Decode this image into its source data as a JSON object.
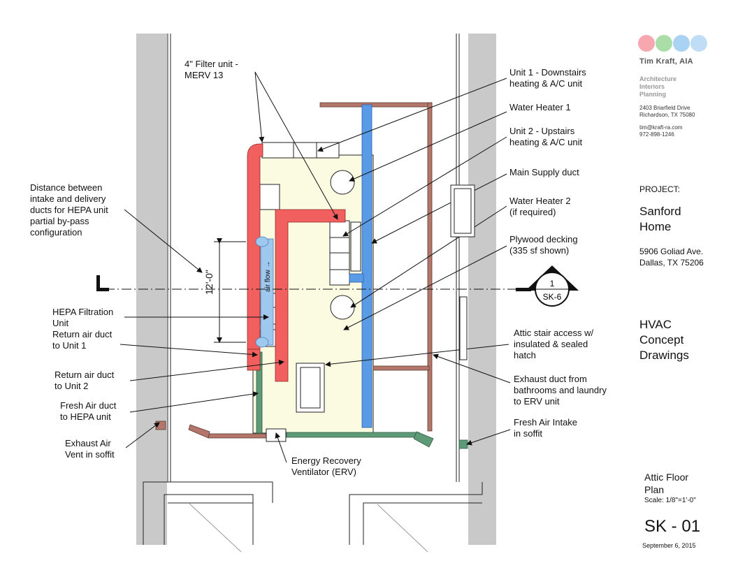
{
  "colors": {
    "supply_red": "#f25f5f",
    "main_supply_blue": "#5a9be8",
    "exhaust_brown": "#b4766b",
    "fresh_air_green": "#5f9a78",
    "decking_yellow": "#fbfbe2",
    "wall_gray": "#c9c9c9",
    "hepa_light_blue": "#9fc8ee"
  },
  "logo": {
    "circles": [
      "#f48b94",
      "#8fd18b",
      "#8dc3ee",
      "#a9d3f3"
    ]
  },
  "title_block": {
    "firm_name": "Tim Kraft, AIA",
    "firm_services": [
      "Architecture",
      "Interiors",
      "Planning"
    ],
    "firm_address": [
      "2403 Briarfield Drive",
      "Richardson, TX  75080"
    ],
    "firm_contact": [
      "tim@kraft-ra.com",
      "972-898-1246"
    ],
    "project_label": "PROJECT:",
    "project_name": [
      "Sanford",
      "Home"
    ],
    "project_address": [
      "5906 Goliad Ave.",
      "Dallas, TX 75206"
    ],
    "sheet_description": [
      "HVAC",
      "Concept",
      "Drawings"
    ],
    "plan_name": [
      "Attic Floor",
      "Plan"
    ],
    "scale": "Scale: 1/8\"=1'-0\"",
    "sheet_number": "SK - 01",
    "date": "September 6, 2015"
  },
  "annotations": {
    "filter_unit": [
      "4\" Filter unit -",
      "MERV 13"
    ],
    "unit1": [
      "Unit 1 - Downstairs",
      "heating & A/C unit"
    ],
    "water_heater1": [
      "Water Heater 1"
    ],
    "unit2": [
      "Unit 2 - Upstairs",
      "heating & A/C unit"
    ],
    "main_supply": [
      "Main Supply duct"
    ],
    "water_heater2": [
      "Water Heater 2",
      "(if required)"
    ],
    "plywood": [
      "Plywood decking",
      "(335 sf shown)"
    ],
    "distance": [
      "Distance between",
      "intake and delivery",
      "ducts for HEPA unit",
      "partial by-pass",
      "configuration"
    ],
    "hepa_unit": [
      "HEPA Filtration",
      "Unit"
    ],
    "return_unit1": [
      "Return air duct",
      "to Unit 1"
    ],
    "return_unit2": [
      "Return air duct",
      "to Unit 2"
    ],
    "fresh_air_hepa": [
      "Fresh Air duct",
      "to HEPA unit"
    ],
    "exhaust_vent": [
      "Exhaust Air",
      "Vent in soffit"
    ],
    "erv": [
      "Energy Recovery",
      "Ventilator (ERV)"
    ],
    "attic_stair": [
      "Attic stair access w/",
      "insulated & sealed",
      "hatch"
    ],
    "exhaust_duct": [
      "Exhaust duct from",
      "bathrooms and laundry",
      "to ERV unit"
    ],
    "fresh_air_intake": [
      "Fresh Air Intake",
      "in soffit"
    ]
  },
  "dimension": "12'-0\"",
  "air_flow_label": "air flow →",
  "section_marker": {
    "number": "1",
    "sheet": "SK-6"
  }
}
